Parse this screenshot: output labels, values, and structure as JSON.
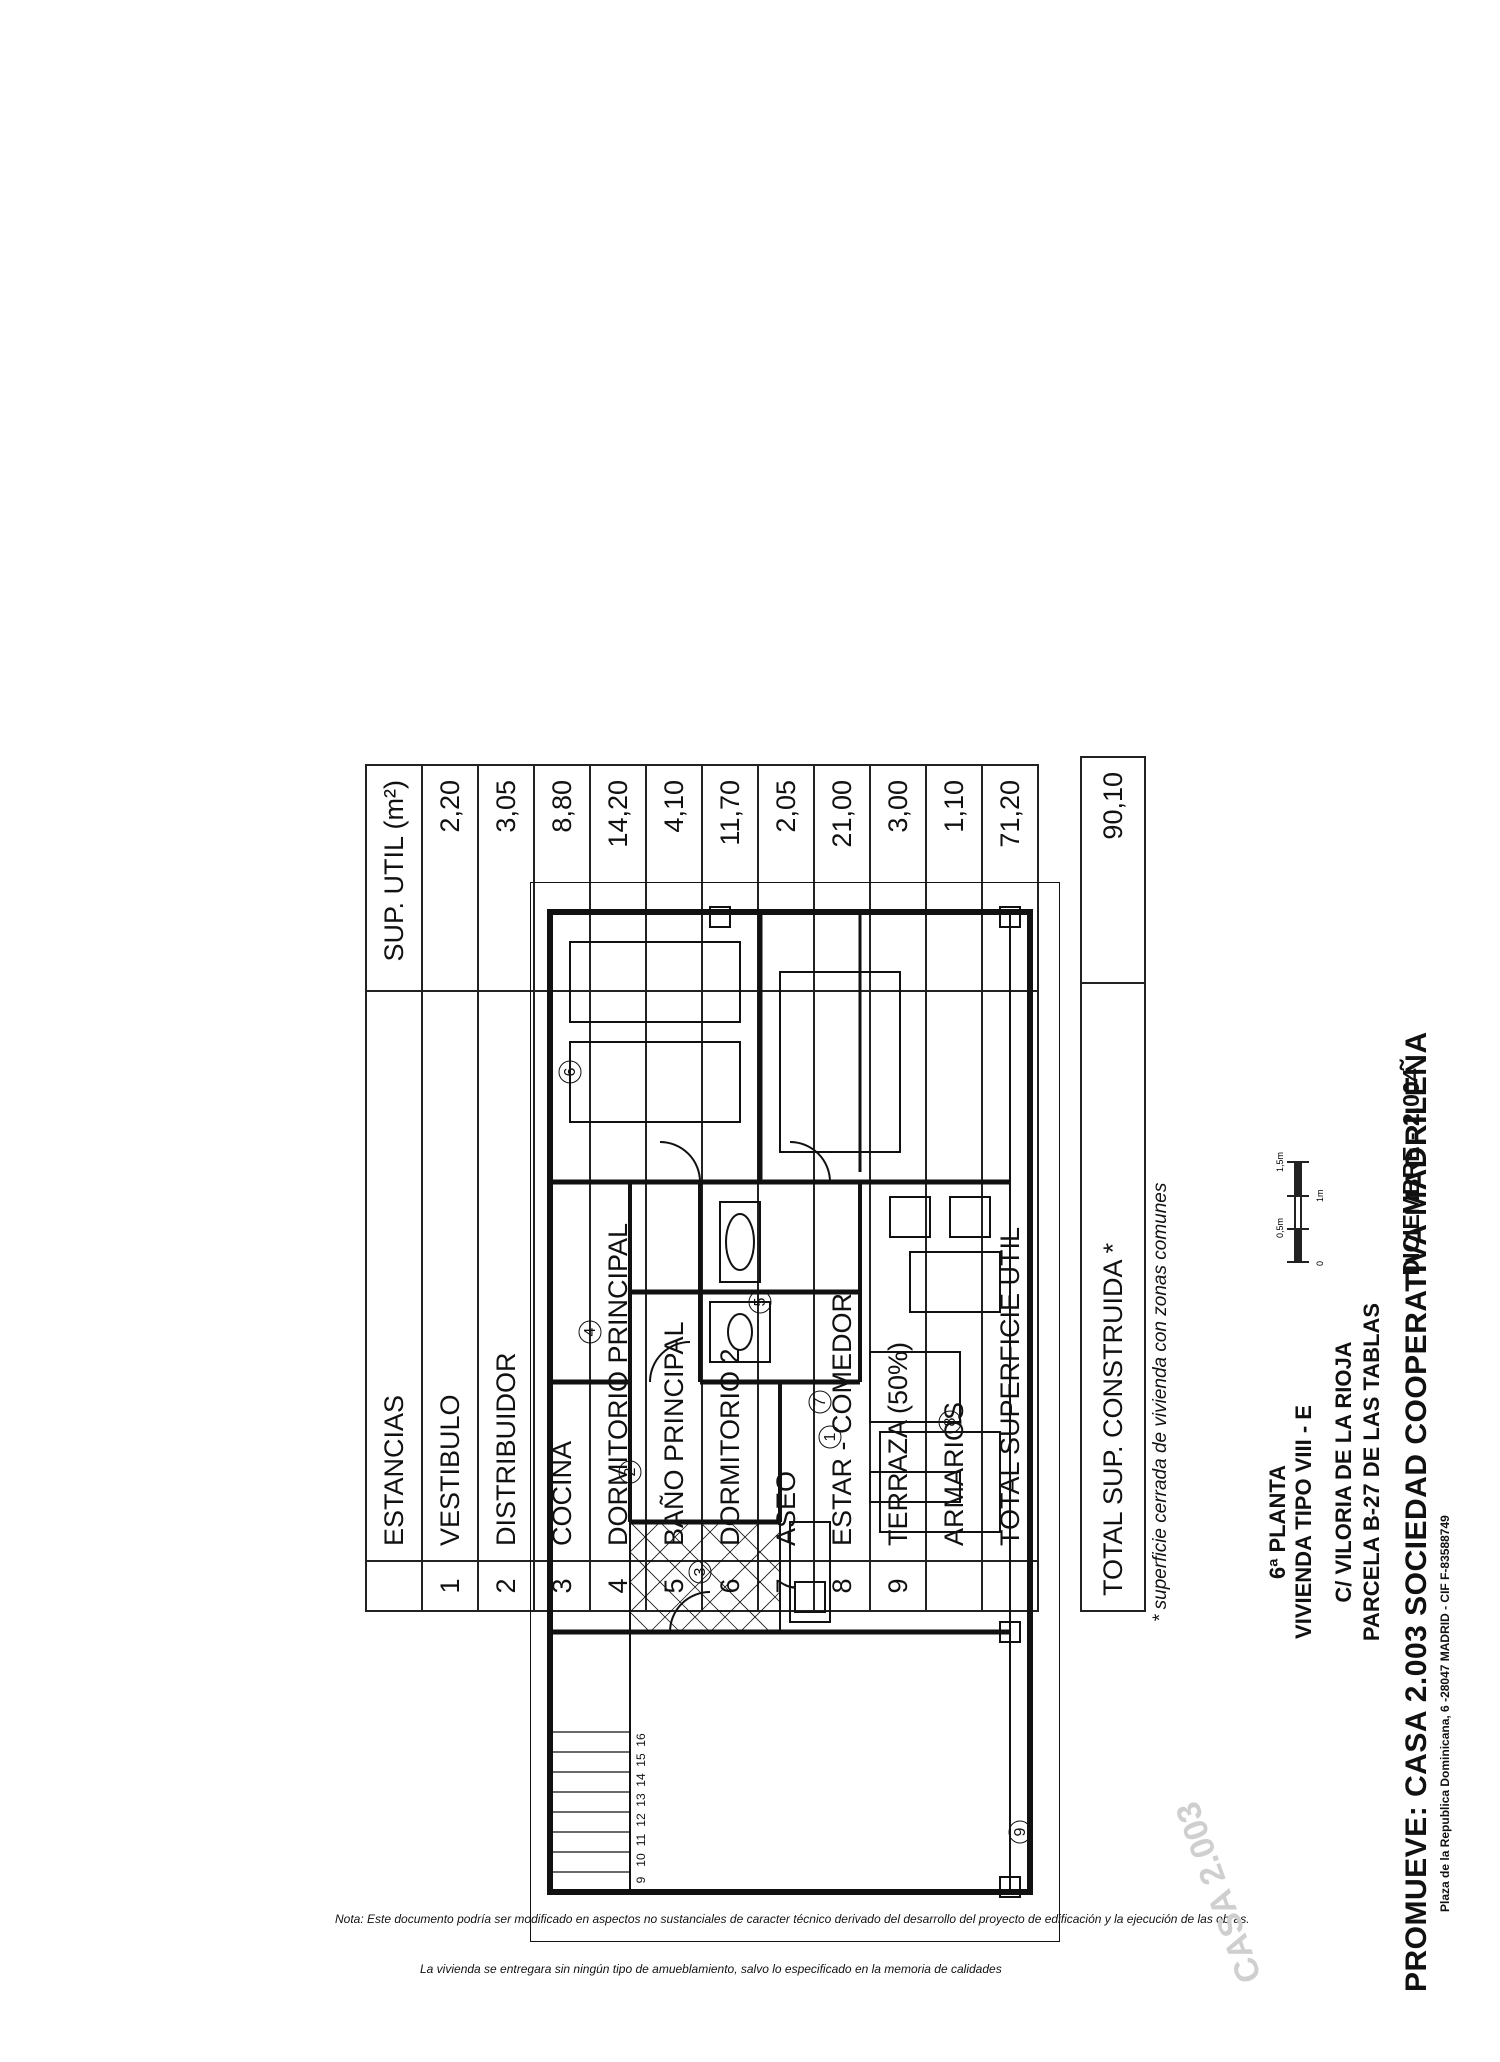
{
  "table": {
    "header": {
      "name": "ESTANCIAS",
      "area": "SUP. UTIL (m²)"
    },
    "rows": [
      {
        "num": "1",
        "name": "VESTIBULO",
        "area": "2,20"
      },
      {
        "num": "2",
        "name": "DISTRIBUIDOR",
        "area": "3,05"
      },
      {
        "num": "3",
        "name": "COCINA",
        "area": "8,80"
      },
      {
        "num": "4",
        "name": "DORMITORIO PRINCIPAL",
        "area": "14,20"
      },
      {
        "num": "5",
        "name": "BAÑO PRINCIPAL",
        "area": "4,10"
      },
      {
        "num": "6",
        "name": "DORMITORIO 2",
        "area": "11,70"
      },
      {
        "num": "7",
        "name": "ASEO",
        "area": "2,05"
      },
      {
        "num": "8",
        "name": "ESTAR - COMEDOR",
        "area": "21,00"
      },
      {
        "num": "9",
        "name": "TERRAZA (50%)",
        "area": "3,00"
      },
      {
        "num": "",
        "name": "ARMARIOS",
        "area": "1,10"
      },
      {
        "num": "",
        "name": "TOTAL SUPERFICIE UTIL",
        "area": "71,20"
      }
    ],
    "total": {
      "name": "TOTAL SUP. CONSTRUIDA *",
      "area": "90,10"
    },
    "footnote": "* superficie cerrada de vivienda con zonas comunes"
  },
  "title": {
    "floor": "6ª PLANTA",
    "type": "VIVIENDA TIPO VIII - E",
    "street": "C/ VILORIA DE LA RIOJA",
    "parcel": "PARCELA B-27 DE LAS TABLAS",
    "date": "DICIEMBRE - 2.004"
  },
  "scale": {
    "l0": "0",
    "l05": "0,5m",
    "l1": "1m",
    "l15": "1,5m"
  },
  "promoter": {
    "name": "PROMUEVE: CASA 2.003 SOCIEDAD COOPERATIVA MADRILEÑA",
    "address": "Plaza de la Republica Dominicana, 6 -28047 MADRID - CIF F-83588749"
  },
  "notes": {
    "note1": "Nota: Este documento podría ser modificado en aspectos no sustanciales de caracter técnico derivado del desarrollo del proyecto de edificación y la ejecución de las obras.",
    "note2": "La vivienda se entregara sin ningún tipo de amueblamiento, salvo lo especificado en la memoria de calidades"
  },
  "plan": {
    "room_labels": [
      "1",
      "2",
      "3",
      "4",
      "5",
      "6",
      "7",
      "8",
      "9"
    ],
    "stair_steps": [
      "9",
      "10",
      "11",
      "12",
      "13",
      "14",
      "15",
      "16"
    ]
  }
}
